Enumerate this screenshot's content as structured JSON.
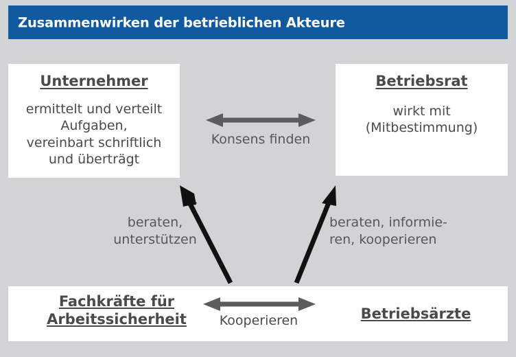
{
  "title": {
    "text": "Zusammenwirken der betrieblichen Akteure",
    "bar_color": "#11599f",
    "text_color": "#ffffff"
  },
  "colors": {
    "background": "#d1d3d5",
    "panel": "#ffffff",
    "text": "#4a4a4a",
    "label_text": "#555759",
    "consensus_arrow": "#5a5c5e",
    "diagonal_arrow": "#111111"
  },
  "boxes": {
    "unternehmer": {
      "heading": "Unternehmer",
      "body": "ermittelt und verteilt\nAufgaben,\nvereinbart schriftlich\nund überträgt"
    },
    "betriebsrat": {
      "heading": "Betriebsrat",
      "body": "wirkt mit\n(Mitbestimmung)"
    },
    "fachkraefte": {
      "heading_line1": "Fachkräfte für",
      "heading_line2": "Arbeitssicherheit"
    },
    "betriebsaerzte": {
      "heading": "Betriebsärzte"
    }
  },
  "arrows": {
    "konsens": {
      "label": "Konsens finden",
      "type": "double-headed-horizontal"
    },
    "kooperieren": {
      "label": "Kooperieren",
      "type": "double-headed-horizontal"
    },
    "beraten_links": {
      "label": "beraten,\nunterstützen",
      "type": "single-headed-diagonal-up-left"
    },
    "beraten_rechts": {
      "label": "beraten, informie-\nren, kooperieren",
      "type": "single-headed-diagonal-up-right"
    }
  }
}
